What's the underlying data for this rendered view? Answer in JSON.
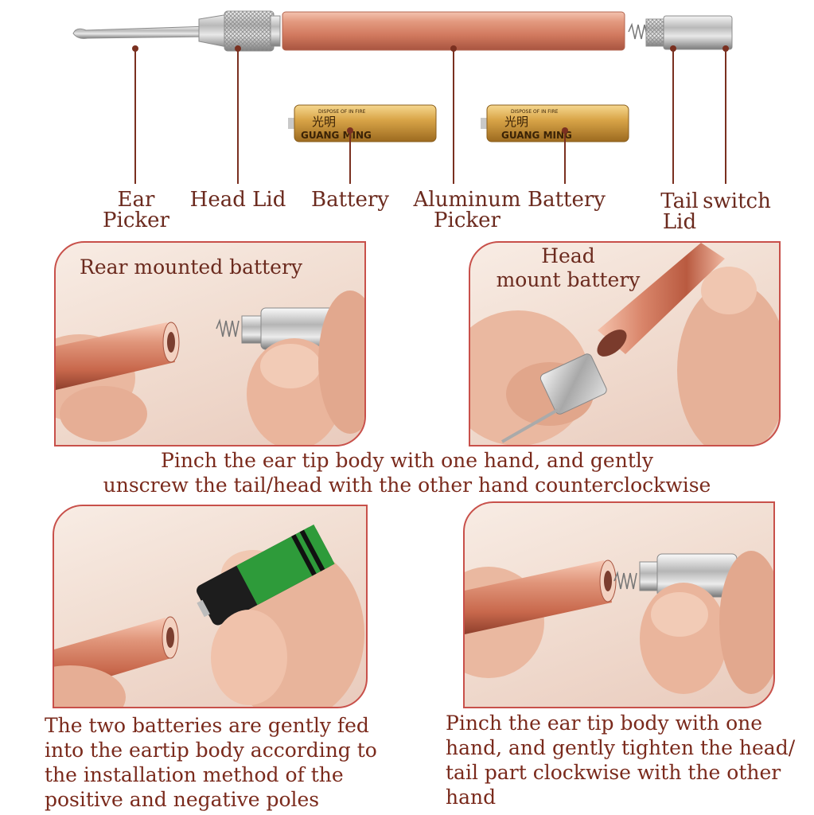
{
  "labels": {
    "ear_picker": [
      "Ear",
      "Picker"
    ],
    "head_lid": "Head Lid",
    "battery_left": "Battery",
    "aluminum_picker": [
      "Aluminum",
      "Picker"
    ],
    "battery_right": "Battery",
    "tail_lid": [
      "Tail",
      "Lid"
    ],
    "switch": "switch"
  },
  "battery_print": {
    "brand_cn": "光明",
    "brand_en": "GUANG MING",
    "small_text": "DISPOSE OF IN FIRE"
  },
  "panels": {
    "rear": {
      "title": "Rear mounted battery"
    },
    "head": {
      "title": [
        "Head",
        "mount battery"
      ]
    }
  },
  "captions": {
    "unscrew": [
      "Pinch the ear tip body with one hand, and gently",
      "unscrew the tail/head with the other hand counterclockwise"
    ],
    "feed": [
      "The two batteries are gently fed",
      "into the eartip body according to",
      "the installation method of the",
      "positive and negative poles"
    ],
    "tighten": [
      "Pinch the ear tip body with one",
      "hand, and gently tighten the head/",
      "tail part clockwise with the other",
      "hand"
    ]
  },
  "colors": {
    "accent_text": "#7a2a1c",
    "panel_border": "#c8504a",
    "tube_copper": "#d8846c",
    "battery_gold": "#d9a548",
    "battery_green": "#2e9b3a"
  }
}
